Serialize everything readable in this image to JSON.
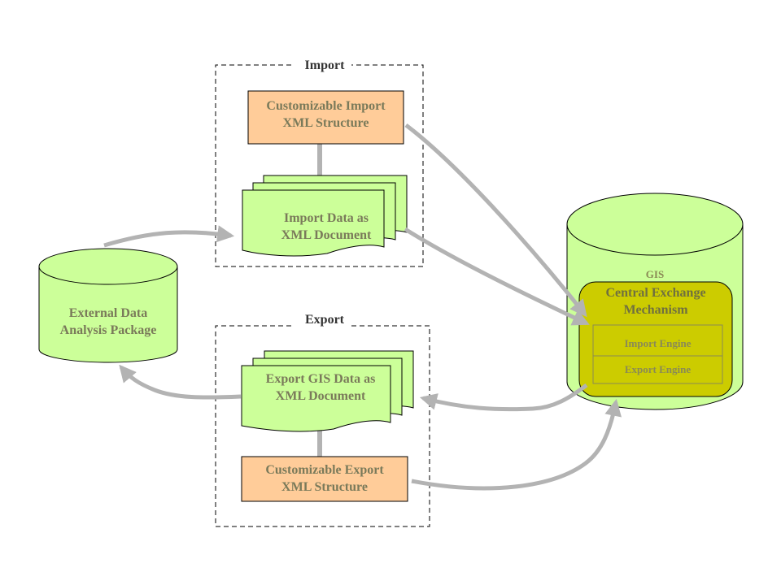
{
  "groups": {
    "import_title": "Import",
    "export_title": "Export"
  },
  "nodes": {
    "import_xml_structure": [
      "Customizable Import",
      "XML Structure"
    ],
    "import_data_document": [
      "Import Data as",
      "XML Document"
    ],
    "export_data_document": [
      "Export GIS Data as",
      "XML Document"
    ],
    "export_xml_structure": [
      "Customizable Export",
      "XML Structure"
    ],
    "external_package": [
      "External Data",
      "Analysis Package"
    ],
    "gis_label": "GIS",
    "central_exchange": [
      "Central Exchange",
      "Mechanism"
    ],
    "import_engine": "Import Engine",
    "export_engine": "Export Engine"
  },
  "colors": {
    "green_fill": "#ccff99",
    "orange_fill": "#ffcc99",
    "olive_fill": "#cccc00",
    "arrow_gray": "#b3b3b3",
    "text_dark": "#333333"
  }
}
